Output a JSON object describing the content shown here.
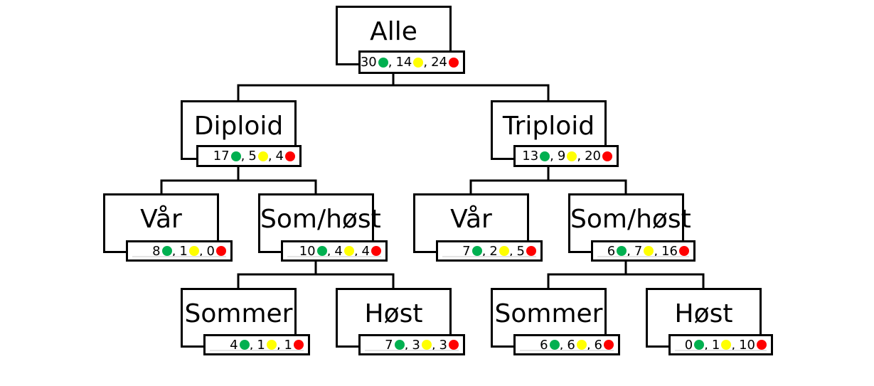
{
  "colors": {
    "green": "#00b050",
    "yellow": "#ffff00",
    "red": "#ff0000"
  },
  "nodes": {
    "alle": {
      "label": "Alle",
      "green": "30",
      "yellow": "14",
      "red": "24"
    },
    "diploid": {
      "label": "Diploid",
      "green": "17",
      "yellow": "5",
      "red": "4"
    },
    "triploid": {
      "label": "Triploid",
      "green": "13",
      "yellow": "9",
      "red": "20"
    },
    "diploid_var": {
      "label": "Vår",
      "green": "8",
      "yellow": "1",
      "red": "0"
    },
    "diploid_somhost": {
      "label": "Som/høst",
      "green": "10",
      "yellow": "4",
      "red": "4"
    },
    "triploid_var": {
      "label": "Vår",
      "green": "7",
      "yellow": "2",
      "red": "5"
    },
    "triploid_somhost": {
      "label": "Som/høst",
      "green": "6",
      "yellow": "7",
      "red": "16"
    },
    "diploid_sommer": {
      "label": "Sommer",
      "green": "4",
      "yellow": "1",
      "red": "1"
    },
    "diploid_host": {
      "label": "Høst",
      "green": "7",
      "yellow": "3",
      "red": "3"
    },
    "triploid_sommer": {
      "label": "Sommer",
      "green": "6",
      "yellow": "6",
      "red": "6"
    },
    "triploid_host": {
      "label": "Høst",
      "green": "0",
      "yellow": "1",
      "red": "10"
    }
  },
  "separator": ","
}
